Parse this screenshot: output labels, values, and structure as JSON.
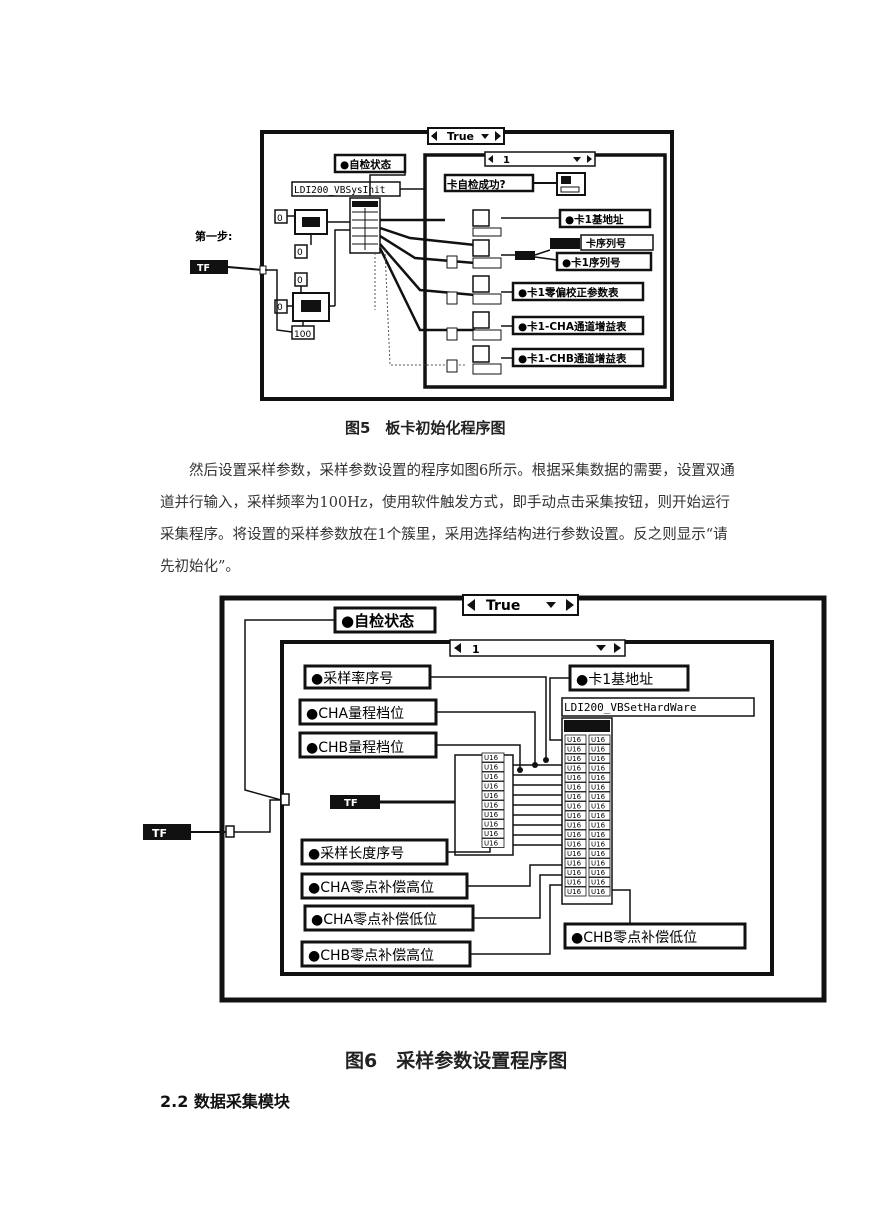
{
  "fig5": {
    "case_selector": "True",
    "seq_selector": "1",
    "self_check_state": "●自检状态",
    "function_name": "LDI200_VBSysInit",
    "step_label": "第一步:",
    "bool_const": "TF",
    "const_zero": "0",
    "const_100": "100",
    "self_check_ok": "卡自检成功?",
    "base_address": "●卡1基地址",
    "serial_label": "卡序列号",
    "serial_indicator": "●卡1序列号",
    "zero_cal": "●卡1零偏校正参数表",
    "cha_gain": "●卡1-CHA通道增益表",
    "chb_gain": "●卡1-CHB通道增益表",
    "caption": "图5　板卡初始化程序图"
  },
  "paragraph": {
    "line1": "然后设置采样参数，采样参数设置的程序如图6所示。根据采集数据的需要，设置双通",
    "line2": "道并行输入，采样频率为100Hz，使用软件触发方式，即手动点击采集按钮，则开始运行",
    "line3": "采集程序。将设置的采样参数放在1个簇里，采用选择结构进行参数设置。反之则显示“请",
    "line4": "先初始化”。"
  },
  "fig6": {
    "case_selector": "True",
    "seq_selector": "1",
    "self_check_state": "●自检状态",
    "sample_rate": "●采样率序号",
    "cha_range": "●CHA量程档位",
    "chb_range": "●CHB量程档位",
    "base_address": "●卡1基地址",
    "function_name": "LDI200_VBSetHardWare",
    "bool_const": "TF",
    "sample_length": "●采样长度序号",
    "cha_zero_high": "●CHA零点补偿高位",
    "cha_zero_low": "●CHA零点补偿低位",
    "chb_zero_high": "●CHB零点补偿高位",
    "chb_zero_low": "●CHB零点补偿低位",
    "u16": "U16",
    "caption": "图6　采样参数设置程序图"
  },
  "section": {
    "heading": "2.2  数据采集模块"
  }
}
